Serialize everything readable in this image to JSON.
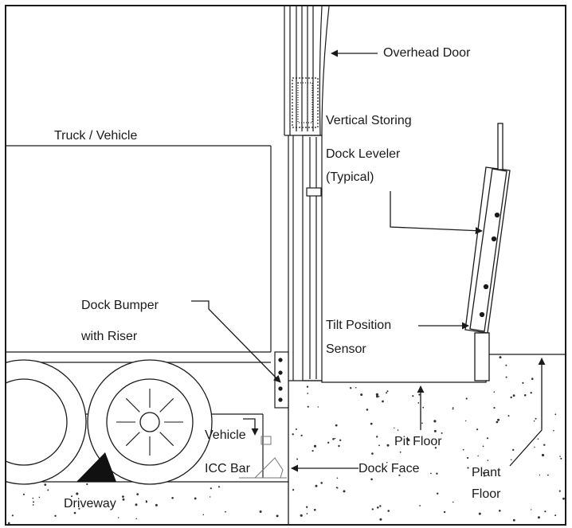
{
  "labels": {
    "overhead_door": "Overhead Door",
    "vertical_storing": "Vertical Storing",
    "dock_leveler": "Dock Leveler",
    "typical": "(Typical)",
    "truck_vehicle": "Truck / Vehicle",
    "dock_bumper": "Dock Bumper",
    "with_riser": "with Riser",
    "tilt_position": "Tilt Position",
    "sensor": "Sensor",
    "vehicle": "Vehicle",
    "icc_bar": "ICC Bar",
    "dock_face": "Dock Face",
    "pit_floor": "Pit Floor",
    "plant": "Plant",
    "floor": "Floor",
    "driveway": "Driveway"
  },
  "colors": {
    "line": "#1a1a1a",
    "chock": "#111111",
    "concrete_speck": "#333333"
  }
}
